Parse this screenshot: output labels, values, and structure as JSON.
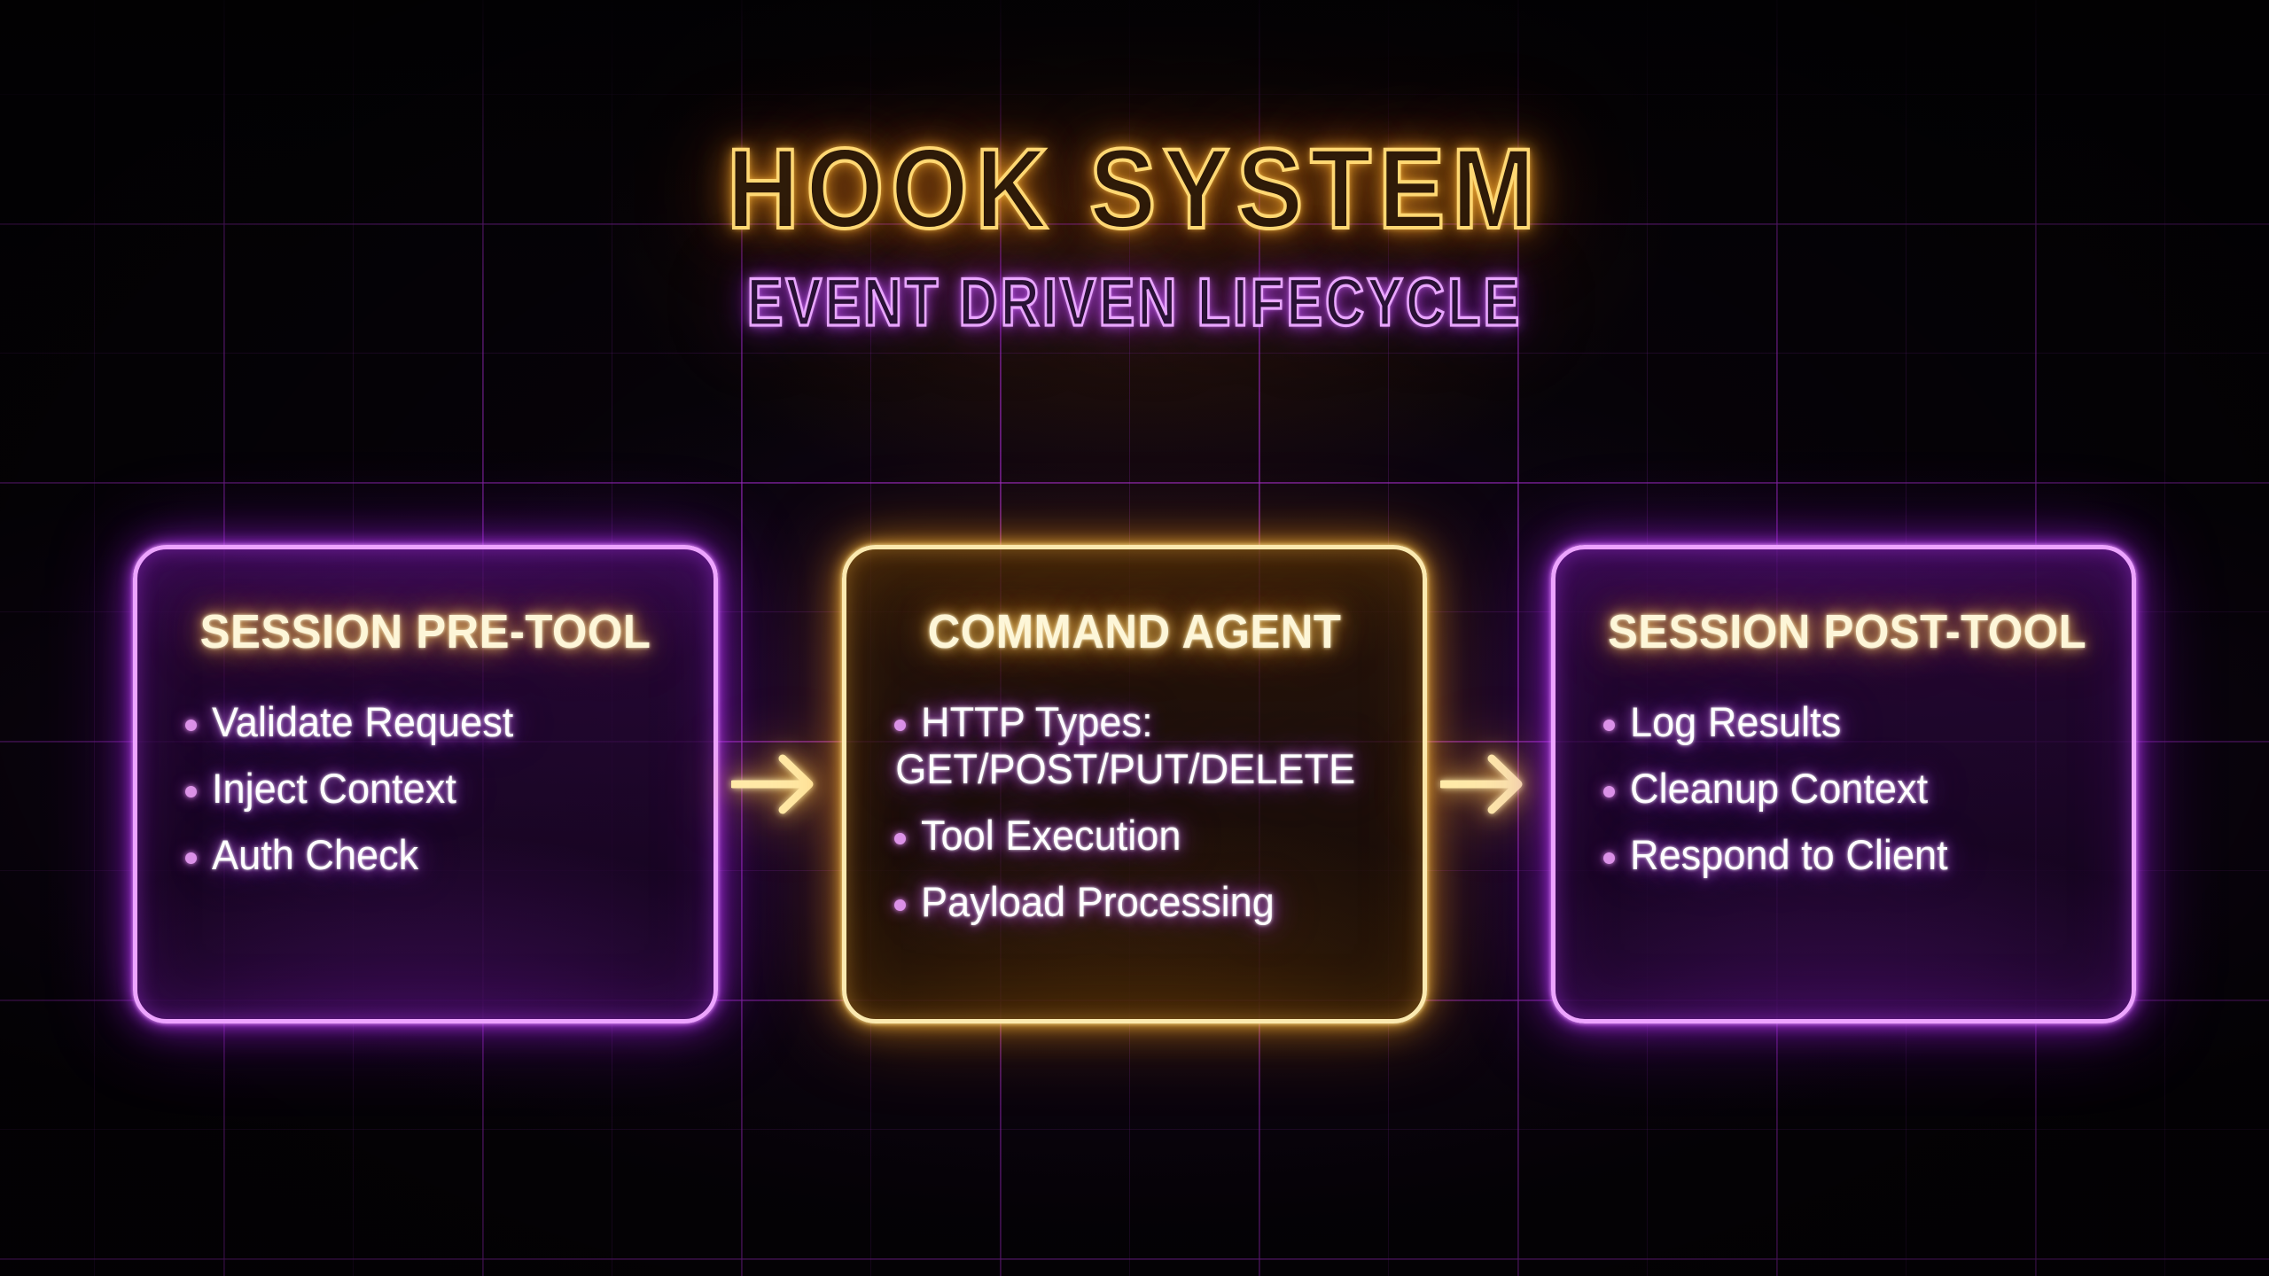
{
  "header": {
    "title": "HOOK SYSTEM",
    "subtitle": "EVENT DRIVEN LIFECYCLE"
  },
  "colors": {
    "background": "#07040a",
    "grid_line": "#ad2ed6",
    "neon_amber": "#ffd873",
    "neon_purple": "#e9a6ff",
    "card_title": "#fdf6d8",
    "card_purple_border": "#eda4ff",
    "card_amber_border": "#fbeab0",
    "bullet_dot": "#dd94e8",
    "bullet_text": "#ffffff",
    "arrow": "#ffeaa8"
  },
  "flow": {
    "stages": [
      {
        "id": "session-pre-tool",
        "title": "SESSION PRE-TOOL",
        "accent": "purple",
        "bullets": [
          {
            "line1": "Validate Request",
            "line2": ""
          },
          {
            "line1": "Inject Context",
            "line2": ""
          },
          {
            "line1": "Auth Check",
            "line2": ""
          }
        ]
      },
      {
        "id": "command-agent",
        "title": "COMMAND AGENT",
        "accent": "amber",
        "bullets": [
          {
            "line1": "HTTP Types:",
            "line2": "GET/POST/PUT/DELETE"
          },
          {
            "line1": "Tool Execution",
            "line2": ""
          },
          {
            "line1": "Payload Processing",
            "line2": ""
          }
        ]
      },
      {
        "id": "session-post-tool",
        "title": "SESSION POST-TOOL",
        "accent": "purple",
        "bullets": [
          {
            "line1": "Log Results",
            "line2": ""
          },
          {
            "line1": "Cleanup Context",
            "line2": ""
          },
          {
            "line1": "Respond to Client",
            "line2": ""
          }
        ]
      }
    ],
    "connectors": [
      {
        "id": "arrow-pre-to-agent",
        "icon": "arrow-right-icon"
      },
      {
        "id": "arrow-agent-to-post",
        "icon": "arrow-right-icon"
      }
    ]
  }
}
